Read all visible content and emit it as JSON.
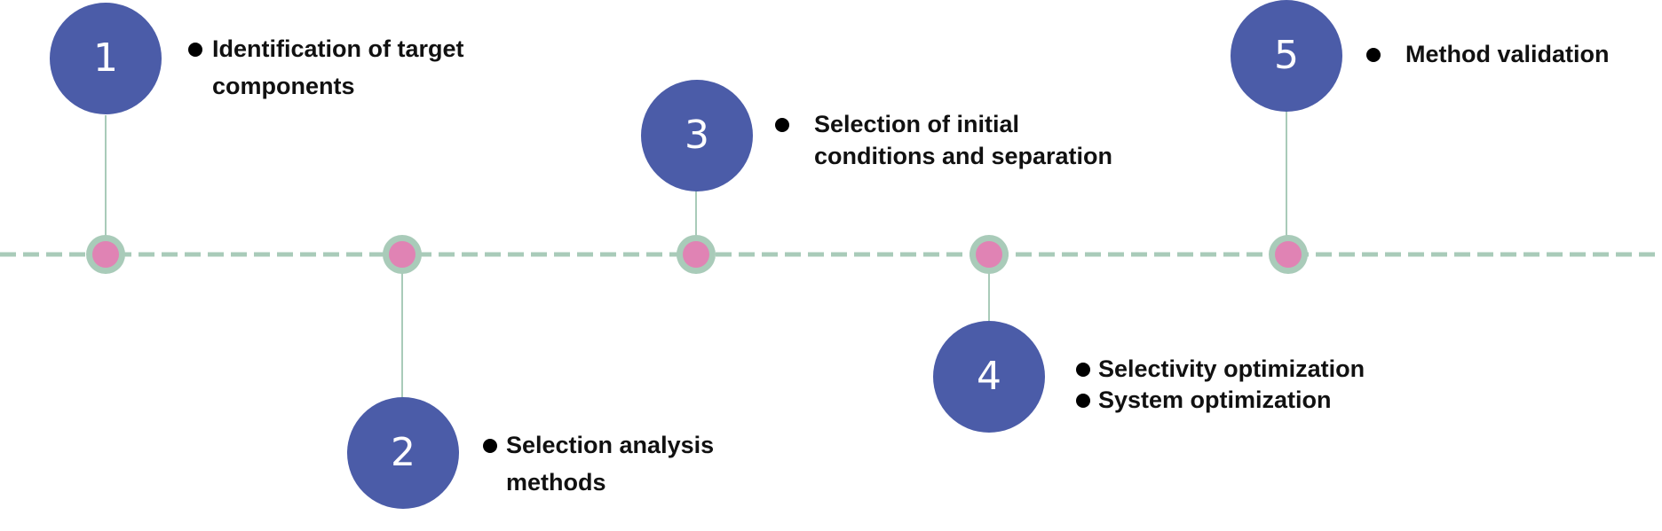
{
  "colors": {
    "circle": "#4b5ca8",
    "node_fill": "#e083b4",
    "node_ring": "#a9cbb9",
    "line": "#a9cbb9",
    "text": "#111111",
    "bullet": "#000000"
  },
  "steps": [
    {
      "number": "1",
      "lines": [
        "Identification of target",
        "components"
      ]
    },
    {
      "number": "2",
      "lines": [
        "Selection analysis",
        "methods"
      ]
    },
    {
      "number": "3",
      "lines": [
        "Selection of initial",
        "conditions and separation"
      ]
    },
    {
      "number": "4",
      "lines": [
        "Selectivity optimization",
        "System optimization"
      ]
    },
    {
      "number": "5",
      "lines": [
        "Method validation"
      ]
    }
  ]
}
